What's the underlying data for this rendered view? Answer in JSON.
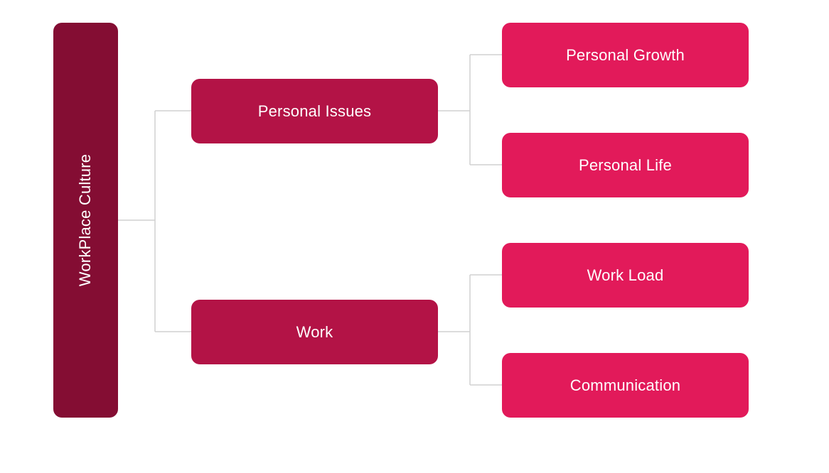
{
  "diagram": {
    "root": {
      "label": "WorkPlace Culture"
    },
    "branches": [
      {
        "label": "Personal Issues",
        "children": [
          {
            "label": "Personal Growth"
          },
          {
            "label": "Personal Life"
          }
        ]
      },
      {
        "label": "Work",
        "children": [
          {
            "label": "Work Load"
          },
          {
            "label": "Communication"
          }
        ]
      }
    ]
  },
  "colors": {
    "root": "#840d33",
    "branch": "#b31346",
    "leaf": "#e21a5a",
    "connector": "#d0d0d0",
    "text": "#ffffff"
  }
}
